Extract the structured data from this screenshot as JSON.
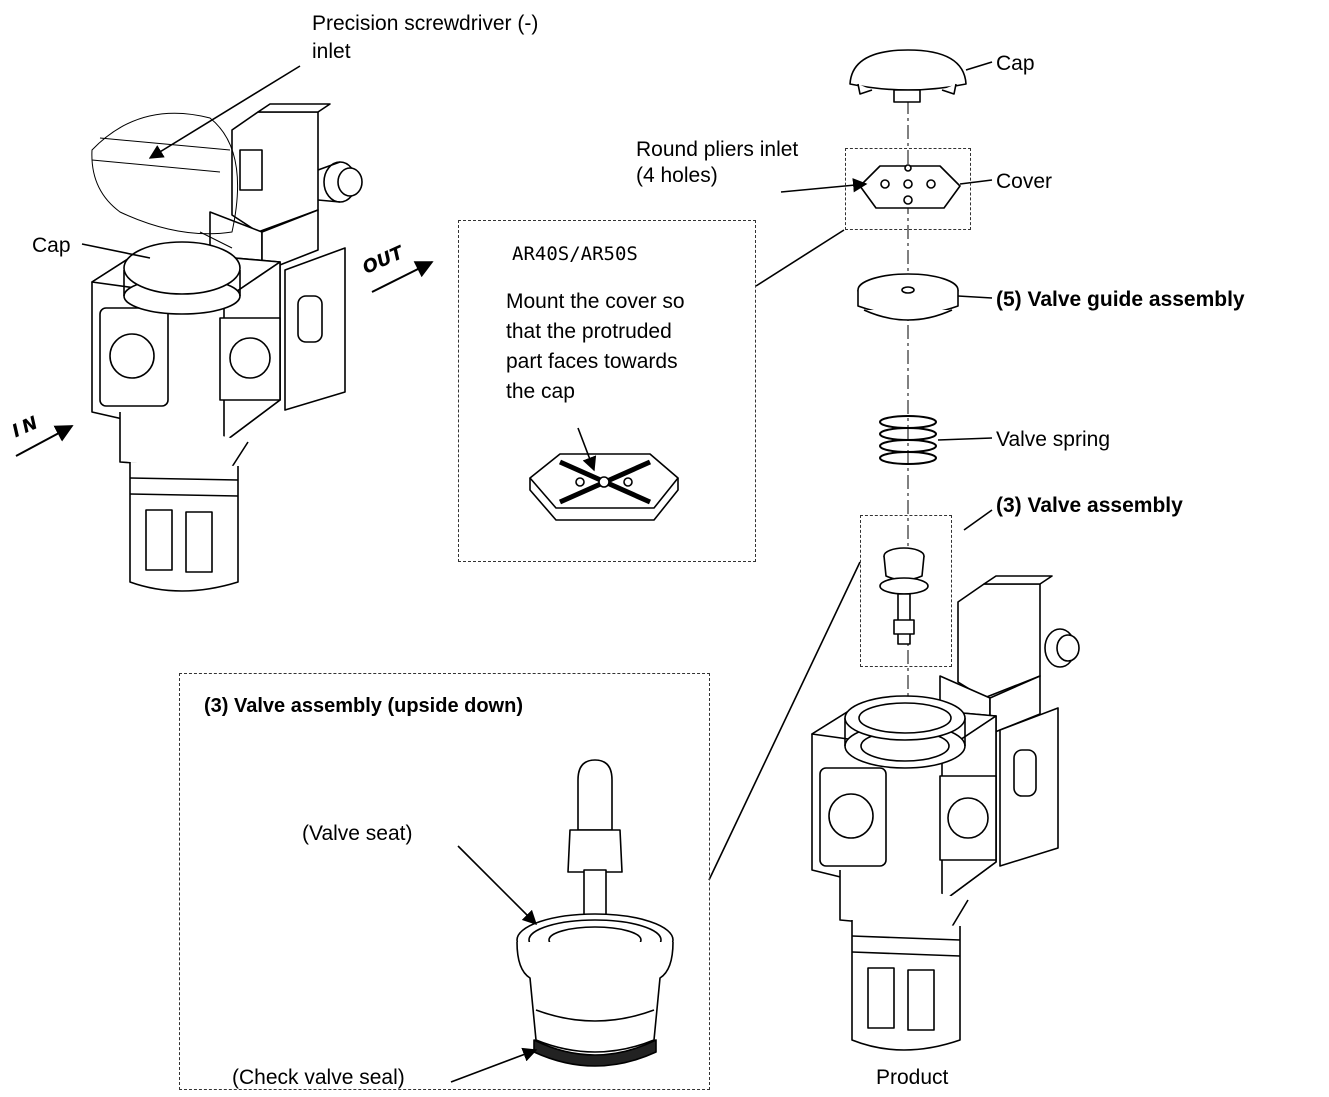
{
  "labels": {
    "screwdriver_line1": "Precision screwdriver (-)",
    "screwdriver_line2": "inlet",
    "cap_left": "Cap",
    "out": "OUT",
    "in": "IN",
    "cap_right": "Cap",
    "pliers_line1": "Round pliers inlet",
    "pliers_line2": "(4 holes)",
    "cover": "Cover",
    "valve_guide": "(5) Valve guide assembly",
    "valve_spring": "Valve spring",
    "valve_assembly": "(3) Valve assembly",
    "product": "Product"
  },
  "cover_note": {
    "model": "AR40S/AR50S",
    "line1": "Mount the cover so",
    "line2": "that the protruded",
    "line3": "part faces towards",
    "line4": "the cap"
  },
  "detail": {
    "title": "(3) Valve assembly (upside down)",
    "valve_seat": "(Valve seat)",
    "check_valve_seal": "(Check valve seal)"
  }
}
